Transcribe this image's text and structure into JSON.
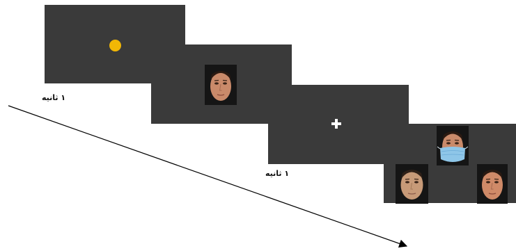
{
  "labels": {
    "first_duration": "۱ ثانیه",
    "second_duration": "۱ ثانیه"
  },
  "colors": {
    "screen_background": "#3a3a3a",
    "fixation_dot": "#f2b705",
    "fixation_cross": "#ffffff",
    "mask": "#8ec6e8"
  },
  "icons": {
    "fixation_dot": "yellow-circle",
    "fixation_cross": "plus-sign",
    "time_arrow": "arrow-down-right"
  }
}
